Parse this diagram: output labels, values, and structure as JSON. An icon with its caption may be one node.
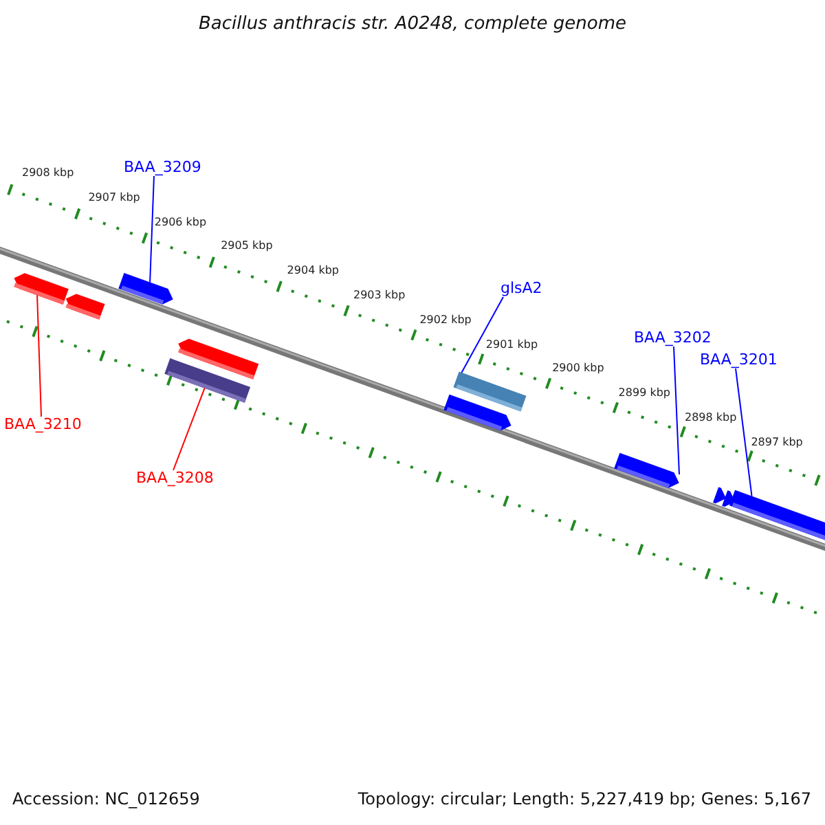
{
  "diagram": {
    "title": "Bacillus anthracis str. A0248, complete genome",
    "nodes": [
      {
        "text": [
          "BAA_3209"
        ]
      },
      {
        "text": [
          "glsA2"
        ]
      },
      {
        "text": [
          "BAA_3202"
        ]
      },
      {
        "text": [
          "BAA_3201"
        ]
      },
      {
        "text": [
          "BAA_3210"
        ]
      },
      {
        "text": [
          "BAA_3208"
        ]
      },
      {
        "text": [],
        "shape": "box"
      },
      {
        "text": [],
        "shape": "box"
      },
      {
        "text": [],
        "shape": "box"
      },
      {
        "text": [],
        "shape": "box"
      },
      {
        "text": [],
        "shape": "box"
      },
      {
        "text": [],
        "shape": "box"
      },
      {
        "text": [],
        "shape": "box"
      },
      {
        "text": [],
        "shape": "box"
      },
      {
        "text": [],
        "shape": "box"
      },
      {
        "text": [],
        "shape": "box"
      },
      {
        "text": [],
        "shape": "box"
      }
    ],
    "edges": [
      {
        "from": 0,
        "to": 8,
        "arrow": "none"
      },
      {
        "from": 1,
        "to": 11,
        "arrow": "none"
      },
      {
        "from": 2,
        "to": 13,
        "arrow": "none"
      },
      {
        "from": 3,
        "to": 16,
        "arrow": "none"
      },
      {
        "from": 4,
        "to": 6,
        "arrow": "none",
        "color": "#ff0000"
      },
      {
        "from": 5,
        "to": 10,
        "arrow": "none",
        "color": "#ff0000"
      }
    ],
    "labels": [
      "2908 kbp",
      "2907 kbp",
      "2906 kbp",
      "2905 kbp",
      "2904 kbp",
      "2903 kbp",
      "2902 kbp",
      "2901 kbp",
      "2900 kbp",
      "2899 kbp",
      "2898 kbp",
      "2897 kbp",
      "Accession: NC_012659",
      "Topology: circular; Length: 5,227,419 bp; Genes: 5,167"
    ]
  }
}
